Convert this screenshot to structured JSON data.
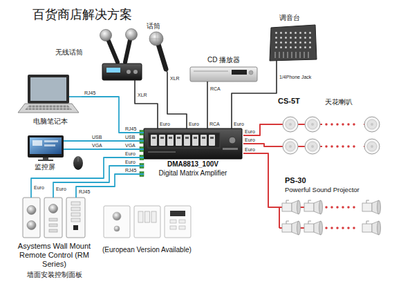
{
  "diagram": {
    "title": "百货商店解决方案",
    "nodes": [
      {
        "text": [
          "无线话筒"
        ]
      },
      {
        "text": [
          "话筒"
        ]
      },
      {
        "text": [
          "CD 播放器"
        ]
      },
      {
        "text": [
          "调音台"
        ]
      },
      {
        "text": [
          "电脑笔记本"
        ]
      },
      {
        "text": [
          "监控屏"
        ]
      },
      {
        "text": [
          "DMA8813_100V",
          "Digital Matrix Amplifier"
        ]
      },
      {
        "text": [
          "CS-5T",
          "天花喇叭"
        ]
      },
      {
        "text": [
          "PS-30",
          "Powerful Sound Projector"
        ]
      },
      {
        "text": [
          "Asystems Wall Mount Remote Control (RM Series)",
          "墙面安装控制面板"
        ]
      },
      {
        "text": [
          "(European Version Available)"
        ]
      }
    ],
    "edges": [
      {
        "from": 0,
        "to": 6,
        "arrow": "none"
      },
      {
        "from": 1,
        "to": 6,
        "arrow": "none"
      },
      {
        "from": 2,
        "to": 6,
        "arrow": "none"
      },
      {
        "from": 3,
        "to": 6,
        "arrow": "none"
      },
      {
        "from": 4,
        "to": 6,
        "arrow": "none"
      },
      {
        "from": 5,
        "to": 6,
        "arrow": "none"
      },
      {
        "from": 5,
        "to": 6,
        "arrow": "none"
      },
      {
        "from": 9,
        "to": 6,
        "arrow": "none"
      },
      {
        "from": 9,
        "to": 6,
        "arrow": "none"
      },
      {
        "from": 9,
        "to": 6,
        "arrow": "none"
      },
      {
        "from": 6,
        "to": 7,
        "arrow": "none"
      },
      {
        "from": 6,
        "to": 7,
        "arrow": "none"
      },
      {
        "from": 6,
        "to": 8,
        "arrow": "none"
      }
    ],
    "labels": [
      "XLR",
      "XLR",
      "RCA",
      "1/4Phone Jack",
      "Euro",
      "Euro",
      "RCA",
      "Euro",
      "RJ45",
      "RJ45",
      "USB",
      "VGA",
      "USB",
      "VGA",
      "Euro",
      "Euro",
      "RJ45",
      "Euro",
      "Euro",
      "RJ45",
      "Euro",
      "Euro",
      "Euro"
    ]
  }
}
